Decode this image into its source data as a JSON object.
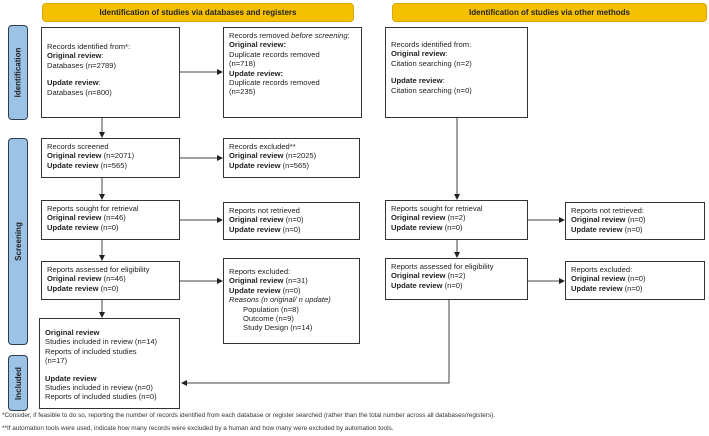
{
  "headers": {
    "databases": "Identification of studies via databases and registers",
    "other": "Identification of studies via other methods"
  },
  "phases": {
    "identification": "Identification",
    "screening": "Screening",
    "included": "Included"
  },
  "identified": {
    "title": "Records identified from*:",
    "orig_label": "Original review",
    "orig_val": "Databases (n=2789)",
    "upd_label": "Update review",
    "upd_val": "Databases (n=800)"
  },
  "removed": {
    "title1": "Records removed ",
    "title_em": "before screening",
    "title2": ":",
    "orig_label": "Original review:",
    "orig_val1": "Duplicate records removed",
    "orig_val2": "(n=718)",
    "upd_label": "Update review:",
    "upd_val1": "Duplicate records removed",
    "upd_val2": "(n=235)"
  },
  "other_identified": {
    "title": "Records identified from:",
    "orig_label": "Original review",
    "orig_val": "Citation searching (n=2)",
    "upd_label": "Update review",
    "upd_val": "Citation searching (n=0)"
  },
  "screened": {
    "title": "Records screened",
    "orig_label": "Original review",
    "orig_val": " (n=2071)",
    "upd_label": "Update review",
    "upd_val": " (n=565)"
  },
  "excluded": {
    "title": "Records excluded**",
    "orig_label": "Original review",
    "orig_val": " (n=2025)",
    "upd_label": "Update review",
    "upd_val": " (n=565)"
  },
  "sought": {
    "title": "Reports sought for retrieval",
    "orig_label": "Original review",
    "orig_val": " (n=46)",
    "upd_label": "Update review",
    "upd_val": " (n=0)"
  },
  "not_retrieved": {
    "title": "Reports not retrieved",
    "orig_label": "Original review",
    "orig_val": " (n=0)",
    "upd_label": "Update review",
    "upd_val": " (n=0)"
  },
  "assessed": {
    "title": "Reports assessed for eligibility",
    "orig_label": "Original review",
    "orig_val": " (n=46)",
    "upd_label": "Update review",
    "upd_val": " (n=0)"
  },
  "reports_excluded": {
    "title": "Reports excluded:",
    "orig_label": "Original review",
    "orig_val": " (n=31)",
    "upd_label": "Update review",
    "upd_val": " (n=0)",
    "reasons": "Reasons (n original/ n update)",
    "items": [
      "Population (n=8)",
      "Outcome (n=9)",
      "Study Design (n=14)"
    ]
  },
  "other_sought": {
    "title": "Reports sought for retrieval",
    "orig_label": "Original review",
    "orig_val": " (n=2)",
    "upd_label": "Update review",
    "upd_val": " (n=0)"
  },
  "other_not_retrieved": {
    "title": "Reports not retrieved:",
    "orig_label": "Original review",
    "orig_val": " (n=0)",
    "upd_label": "Update review",
    "upd_val": " (n=0)"
  },
  "other_assessed": {
    "title": "Reports assessed for eligibility",
    "orig_label": "Original review",
    "orig_val": " (n=2)",
    "upd_label": "Update review",
    "upd_val": " (n=0)"
  },
  "other_excluded": {
    "title": "Reports excluded:",
    "orig_label": "Original review",
    "orig_val": " (n=0)",
    "upd_label": "Update review",
    "upd_val": " (n=0)"
  },
  "included": {
    "orig_label": "Original review",
    "orig_val1": "Studies included in review (n=14)",
    "orig_val2": "Reports of included studies",
    "orig_val3": "(n=17)",
    "upd_label": "Update review",
    "upd_val1": "Studies included in review (n=0)",
    "upd_val2": "Reports of included studies (n=0)"
  },
  "footnotes": [
    "*Consider, if feasible to do so, reporting the number of records identified from each database or register searched (rather than the total number across all databases/registers).",
    "**If automation tools were used, indicate how many records were excluded by a human and how many were excluded by automation tools."
  ],
  "colors": {
    "header": "#f5c000",
    "phase": "#9cc3e6"
  }
}
